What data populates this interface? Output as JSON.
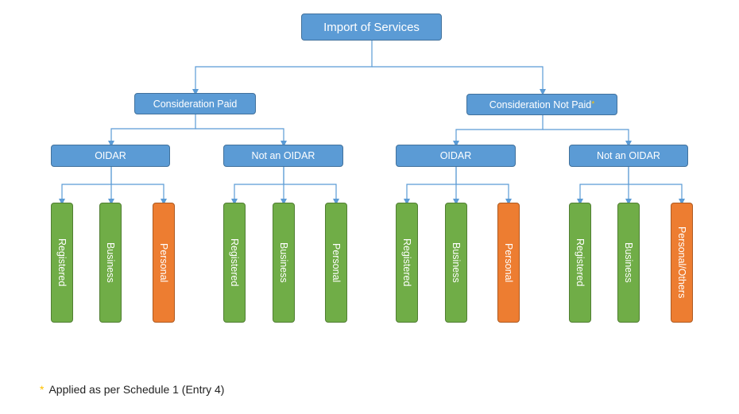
{
  "root": {
    "label": "Import of Services"
  },
  "branches": [
    {
      "label": "Consideration Paid",
      "marker": "",
      "groups": [
        {
          "label": "OIDAR",
          "leaves": [
            {
              "label": "Registered",
              "color": "#70ad47"
            },
            {
              "label": "Business",
              "color": "#70ad47"
            },
            {
              "label": "Personal",
              "color": "#ed7d31"
            }
          ]
        },
        {
          "label": "Not an OIDAR",
          "leaves": [
            {
              "label": "Registered",
              "color": "#70ad47"
            },
            {
              "label": "Business",
              "color": "#70ad47"
            },
            {
              "label": "Personal",
              "color": "#70ad47"
            }
          ]
        }
      ]
    },
    {
      "label": "Consideration Not Paid",
      "marker": "*",
      "groups": [
        {
          "label": "OIDAR",
          "leaves": [
            {
              "label": "Registered",
              "color": "#70ad47"
            },
            {
              "label": "Business",
              "color": "#70ad47"
            },
            {
              "label": "Personal",
              "color": "#ed7d31"
            }
          ]
        },
        {
          "label": "Not an OIDAR",
          "leaves": [
            {
              "label": "Registered",
              "color": "#70ad47"
            },
            {
              "label": "Business",
              "color": "#70ad47"
            },
            {
              "label": "Personal/Others",
              "color": "#ed7d31"
            }
          ]
        }
      ]
    }
  ],
  "footnote": {
    "marker": "*",
    "text": "Applied as per Schedule 1 (Entry 4)"
  },
  "colors": {
    "box": "#5b9bd5",
    "connector": "#5b9bd5",
    "registered": "#70ad47",
    "personal": "#ed7d31",
    "marker": "#ffc000"
  }
}
